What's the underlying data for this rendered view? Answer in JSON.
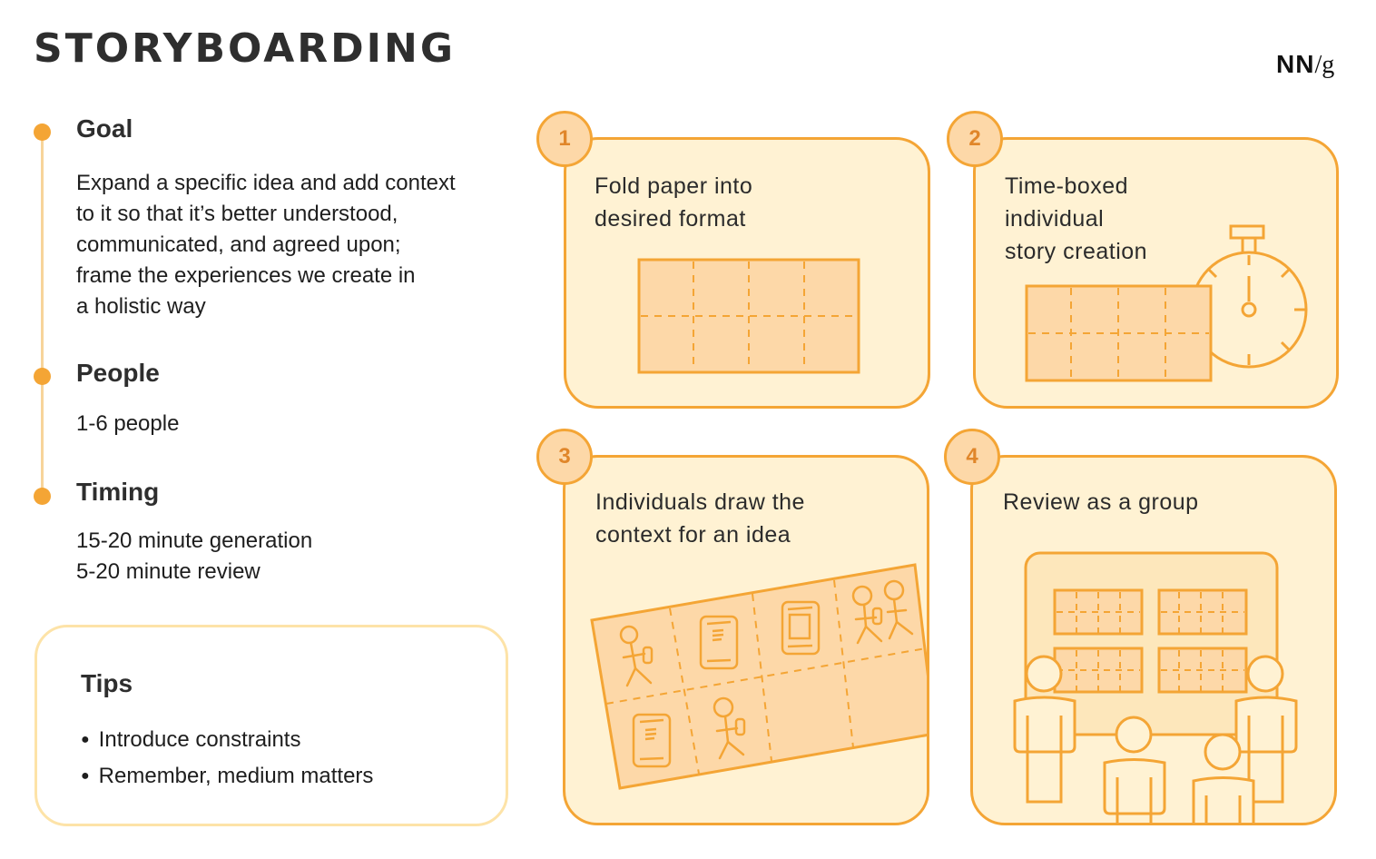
{
  "header": {
    "title": "STORYBOARDING",
    "logo_bold": "NN",
    "logo_rest": "/g"
  },
  "sections": [
    {
      "heading": "Goal",
      "body": "Expand a specific idea and add context to it so that it’s better understood, communicated, and agreed upon; frame the experiences we create in a holistic way",
      "lines": [
        "Expand a specific idea and add context",
        "to it so that it’s better understood,",
        "communicated, and agreed upon;",
        "frame the experiences we create in",
        "a holistic way"
      ]
    },
    {
      "heading": "People",
      "lines": [
        "1-6 people"
      ]
    },
    {
      "heading": "Timing",
      "lines": [
        "15-20 minute generation",
        "5-20 minute review"
      ]
    }
  ],
  "tips": {
    "title": "Tips",
    "items": [
      "Introduce constraints",
      "Remember, medium matters"
    ]
  },
  "steps": [
    {
      "number": "1",
      "lines": [
        "Fold paper into",
        "desired format"
      ],
      "illustration": "folded-paper"
    },
    {
      "number": "2",
      "lines": [
        "Time-boxed",
        "individual",
        "story creation"
      ],
      "illustration": "paper-with-stopwatch"
    },
    {
      "number": "3",
      "lines": [
        "Individuals draw the",
        "context for an idea"
      ],
      "illustration": "sketched-storyboard"
    },
    {
      "number": "4",
      "lines": [
        "Review as a group"
      ],
      "illustration": "group-reviewing-wall"
    }
  ],
  "colors": {
    "accent": "#f4a535",
    "card_fill": "#fff2d3",
    "paper_fill": "#fdd8a8",
    "timeline": "#f7d49a",
    "tips_border": "#fde3a8",
    "text": "#2b2b2b"
  }
}
